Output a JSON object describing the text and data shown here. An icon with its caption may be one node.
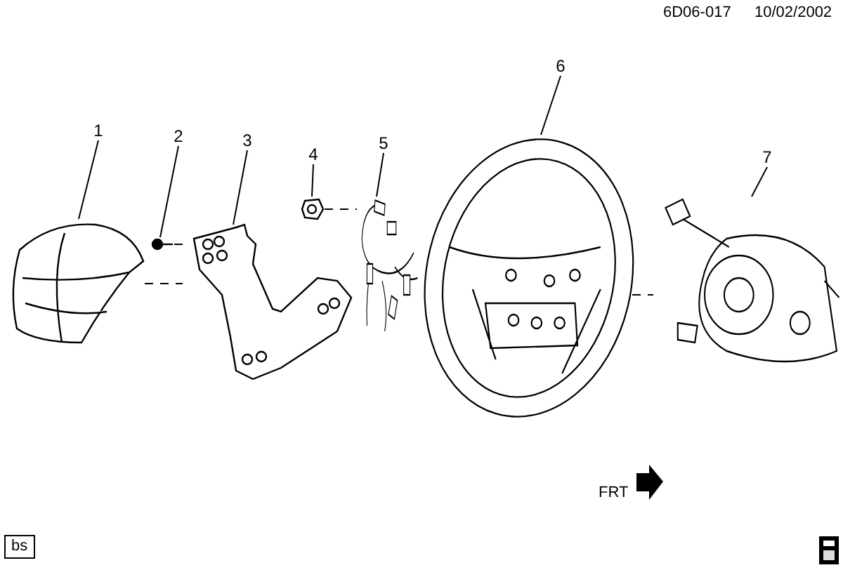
{
  "diagram": {
    "nodes": [
      {
        "text": [
          "1"
        ]
      },
      {
        "text": [
          "2"
        ]
      },
      {
        "text": [
          "3"
        ]
      },
      {
        "text": [
          "4"
        ]
      },
      {
        "text": [
          "5"
        ]
      },
      {
        "text": [
          "6"
        ]
      },
      {
        "text": [
          "7"
        ]
      },
      {
        "text": [],
        "shape": "picture"
      },
      {
        "text": [],
        "shape": "picture"
      },
      {
        "text": [],
        "shape": "picture"
      },
      {
        "text": [],
        "shape": "picture"
      },
      {
        "text": [],
        "shape": "picture"
      },
      {
        "text": [],
        "shape": "picture"
      },
      {
        "text": [],
        "shape": "picture"
      }
    ],
    "edges": [
      {
        "from": 0,
        "to": 7,
        "arrow": "none"
      },
      {
        "from": 1,
        "to": 8,
        "arrow": "none"
      },
      {
        "from": 2,
        "to": 9,
        "arrow": "none"
      },
      {
        "from": 3,
        "to": 10,
        "arrow": "none"
      },
      {
        "from": 4,
        "to": 11,
        "arrow": "none"
      },
      {
        "from": 5,
        "to": 12,
        "arrow": "none"
      },
      {
        "from": 6,
        "to": 13,
        "arrow": "none"
      },
      {
        "from": 7,
        "to": 9,
        "arrow": "none",
        "style": "dashed"
      },
      {
        "from": 8,
        "to": 9,
        "arrow": "none",
        "style": "dashed"
      },
      {
        "from": 10,
        "to": 11,
        "arrow": "none",
        "style": "dashed"
      },
      {
        "from": 12,
        "to": 13,
        "arrow": "none",
        "style": "dashed"
      }
    ],
    "labels": [
      "6D06-017",
      "10/02/2002",
      "FRT",
      "bs"
    ]
  }
}
